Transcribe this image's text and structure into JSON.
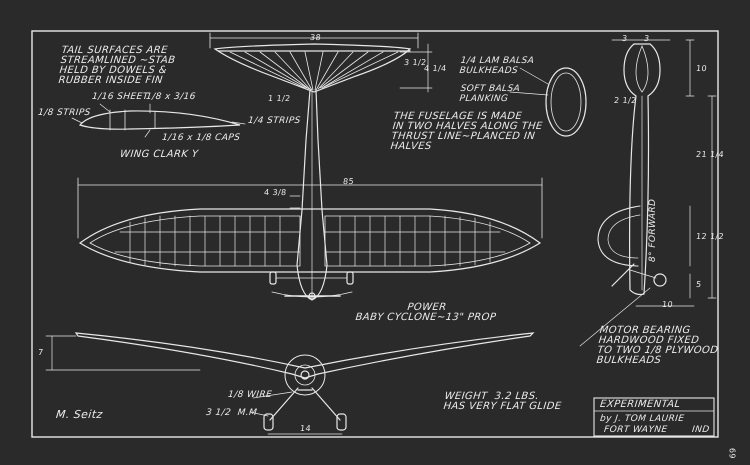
{
  "notes": {
    "tail": "TAIL SURFACES ARE\nSTREAMLINED ~STAB\nHELD BY DOWELS &\nRUBBER INSIDE FIN",
    "sheet": "1/16 SHEET",
    "spar": "1/8 x 3/16",
    "strips_left": "1/8 STRIPS",
    "strips_right": "1/4 STRIPS",
    "caps": "1/16 x 1/8 CAPS",
    "wing_section": "WING CLARK Y",
    "bulkheads": "1/4 LAM BALSA\nBULKHEADS",
    "planking": "SOFT BALSA\nPLANKING",
    "fuselage": "THE FUSELAGE IS MADE\nIN TWO HALVES ALONG THE\nTHRUST LINE~PLANCED IN\nHALVES",
    "power": "POWER\nBABY CYCLONE~13\" PROP",
    "motor": "MOTOR BEARING\nHARDWOOD FIXED\nTO TWO 1/8 PLYWOOD\nBULKHEADS",
    "wire": "1/8 WIRE",
    "wheels": "3 1/2  M.M",
    "weight": "WEIGHT  3.2 LBS.\nHAS VERY FLAT GLIDE",
    "forward": "8° FORWARD"
  },
  "dimensions": {
    "span": "85",
    "stab_span": "38",
    "chord": "4 3/8",
    "stab_chord_1": "3 1/2",
    "stab_chord_2": "4 1/4",
    "side_10": "10",
    "side_21": "21 1/4",
    "side_12": "12 1/2",
    "side_5": "5",
    "side_10b": "10",
    "side_2": "2 1/2",
    "top_3": "3",
    "top_3b": "3",
    "front_7": "7",
    "front_14": "14",
    "tail_half": "1 1/2"
  },
  "title_block": {
    "title": "EXPERIMENTAL",
    "by": "by J. TOM LAURIE",
    "place": "FORT WAYNE",
    "state": "IND"
  },
  "signature": "M. Seitz",
  "page_number": "69"
}
